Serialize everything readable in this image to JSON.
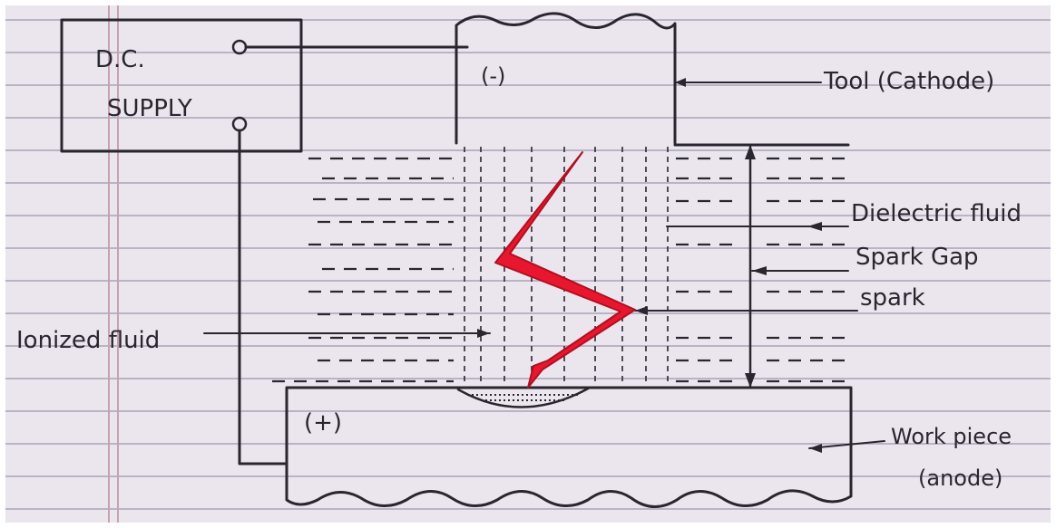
{
  "supply": {
    "line1": "D.C.",
    "line2": "SUPPLY"
  },
  "tool": {
    "polarity": "(-)",
    "label": "Tool (Cathode)"
  },
  "workpiece": {
    "polarity": "(+)",
    "label_line1": "Work piece",
    "label_line2": "(anode)"
  },
  "labels": {
    "dielectric": "Dielectric fluid",
    "spark_gap": "Spark Gap",
    "spark": "spark",
    "ionized": "Ionized fluid"
  },
  "colors": {
    "paper": "#ebe6ee",
    "ink": "#2a2630",
    "rule": "#b9b3c6",
    "margin": "#c9a0b0",
    "spark": "#e8162e"
  }
}
